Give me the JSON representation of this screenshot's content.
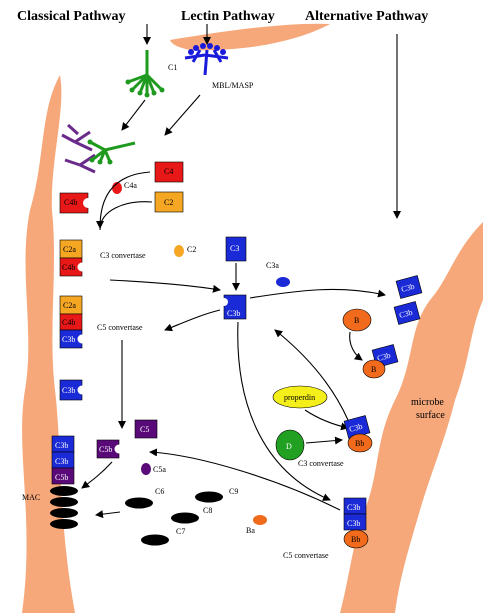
{
  "headers": {
    "classical": "Classical Pathway",
    "lectin": "Lectin Pathway",
    "alternative": "Alternative Pathway"
  },
  "labels": {
    "c1": "C1",
    "mbl": "MBL/MASP",
    "c4": "C4",
    "c4a": "C4a",
    "c2": "C2",
    "c4b": "C4b",
    "c2a": "C2a",
    "c3_convertase": "C3 convertase",
    "c2_fragment": "C2",
    "c3": "C3",
    "c3a": "C3a",
    "c3b": "C3b",
    "c5_convertase": "C5 convertase",
    "b": "B",
    "properdin": "properdin",
    "d": "D",
    "bb": "Bb",
    "microbe_line1": "microbe",
    "microbe_line2": "surface",
    "c5": "C5",
    "c5b": "C5b",
    "c5a": "C5a",
    "c6": "C6",
    "c7": "C7",
    "c8": "C8",
    "c9": "C9",
    "ba": "Ba",
    "mac": "MAC",
    "c5_convertase_alt": "C5 convertase"
  },
  "colors": {
    "membrane": "#f6a87b",
    "c1_green": "#1e9a1e",
    "mbl_blue": "#1a1adb",
    "antibody_purple": "#6a2a8a",
    "c4_red": "#e81818",
    "c2_orange": "#f5a623",
    "c3_blue": "#1a2ad6",
    "factor_b_orange": "#f26a1b",
    "properdin_yellow": "#f4ef1a",
    "factor_d_green": "#22a022",
    "c5_purple": "#5a0a78",
    "mac_black": "#000000"
  }
}
